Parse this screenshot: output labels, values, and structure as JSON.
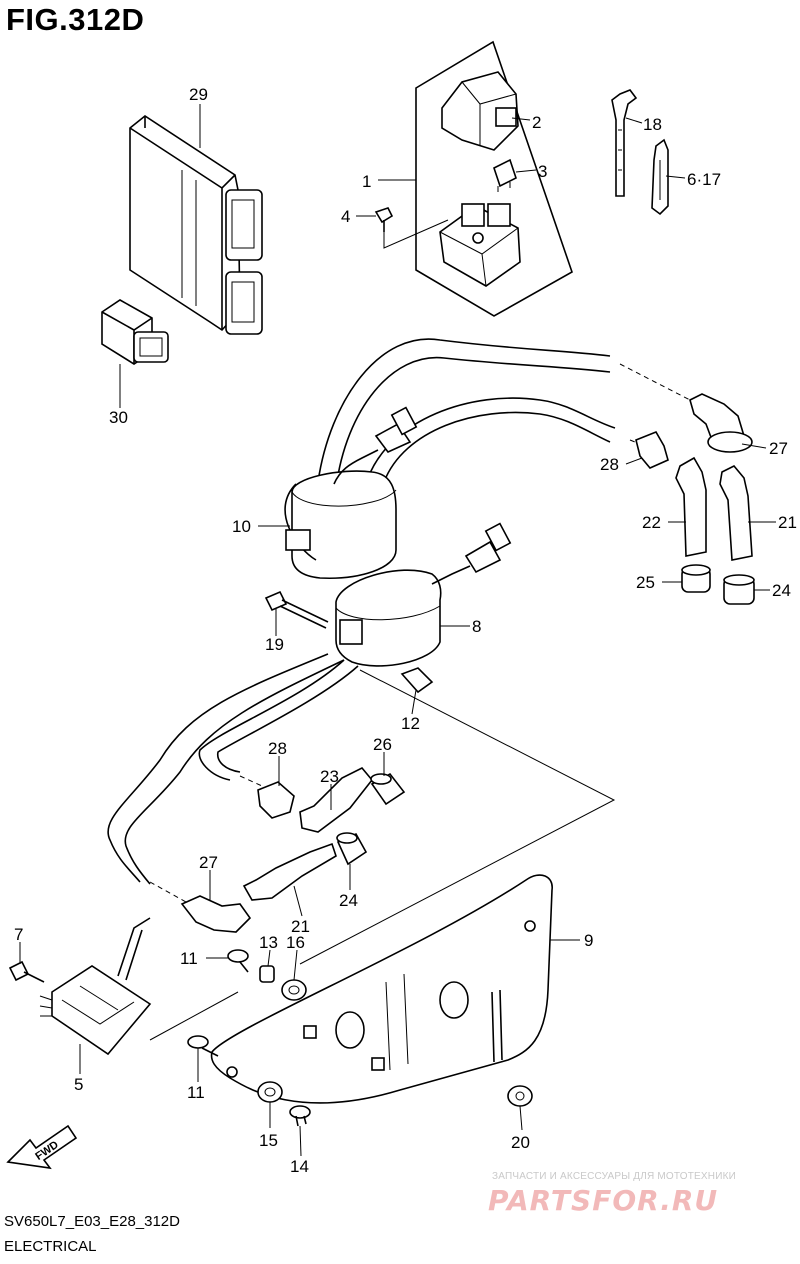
{
  "figure": {
    "title": "FIG.312D",
    "model_code": "SV650L7_E03_E28_312D",
    "section": "ELECTRICAL",
    "direction_arrow": "FWD"
  },
  "watermark": {
    "tagline": "ЗАПЧАСТИ И АКСЕССУАРЫ ДЛЯ МОТОТЕХНИКИ",
    "logo": "PARTSFOR.RU"
  },
  "callouts": [
    {
      "id": "c29",
      "text": "29"
    },
    {
      "id": "c2",
      "text": "2"
    },
    {
      "id": "c18",
      "text": "18"
    },
    {
      "id": "c3",
      "text": "3"
    },
    {
      "id": "c1",
      "text": "1"
    },
    {
      "id": "c617",
      "text": "6·17"
    },
    {
      "id": "c4",
      "text": "4"
    },
    {
      "id": "c30",
      "text": "30"
    },
    {
      "id": "c27a",
      "text": "27"
    },
    {
      "id": "c28a",
      "text": "28"
    },
    {
      "id": "c10",
      "text": "10"
    },
    {
      "id": "c22",
      "text": "22"
    },
    {
      "id": "c21a",
      "text": "21"
    },
    {
      "id": "c25",
      "text": "25"
    },
    {
      "id": "c24a",
      "text": "24"
    },
    {
      "id": "c8",
      "text": "8"
    },
    {
      "id": "c19",
      "text": "19"
    },
    {
      "id": "c12",
      "text": "12"
    },
    {
      "id": "c28b",
      "text": "28"
    },
    {
      "id": "c26",
      "text": "26"
    },
    {
      "id": "c23",
      "text": "23"
    },
    {
      "id": "c27b",
      "text": "27"
    },
    {
      "id": "c24b",
      "text": "24"
    },
    {
      "id": "c21b",
      "text": "21"
    },
    {
      "id": "c9",
      "text": "9"
    },
    {
      "id": "c7",
      "text": "7"
    },
    {
      "id": "c11a",
      "text": "11"
    },
    {
      "id": "c13",
      "text": "13"
    },
    {
      "id": "c16",
      "text": "16"
    },
    {
      "id": "c5",
      "text": "5"
    },
    {
      "id": "c11b",
      "text": "11"
    },
    {
      "id": "c15",
      "text": "15"
    },
    {
      "id": "c14",
      "text": "14"
    },
    {
      "id": "c20",
      "text": "20"
    }
  ]
}
